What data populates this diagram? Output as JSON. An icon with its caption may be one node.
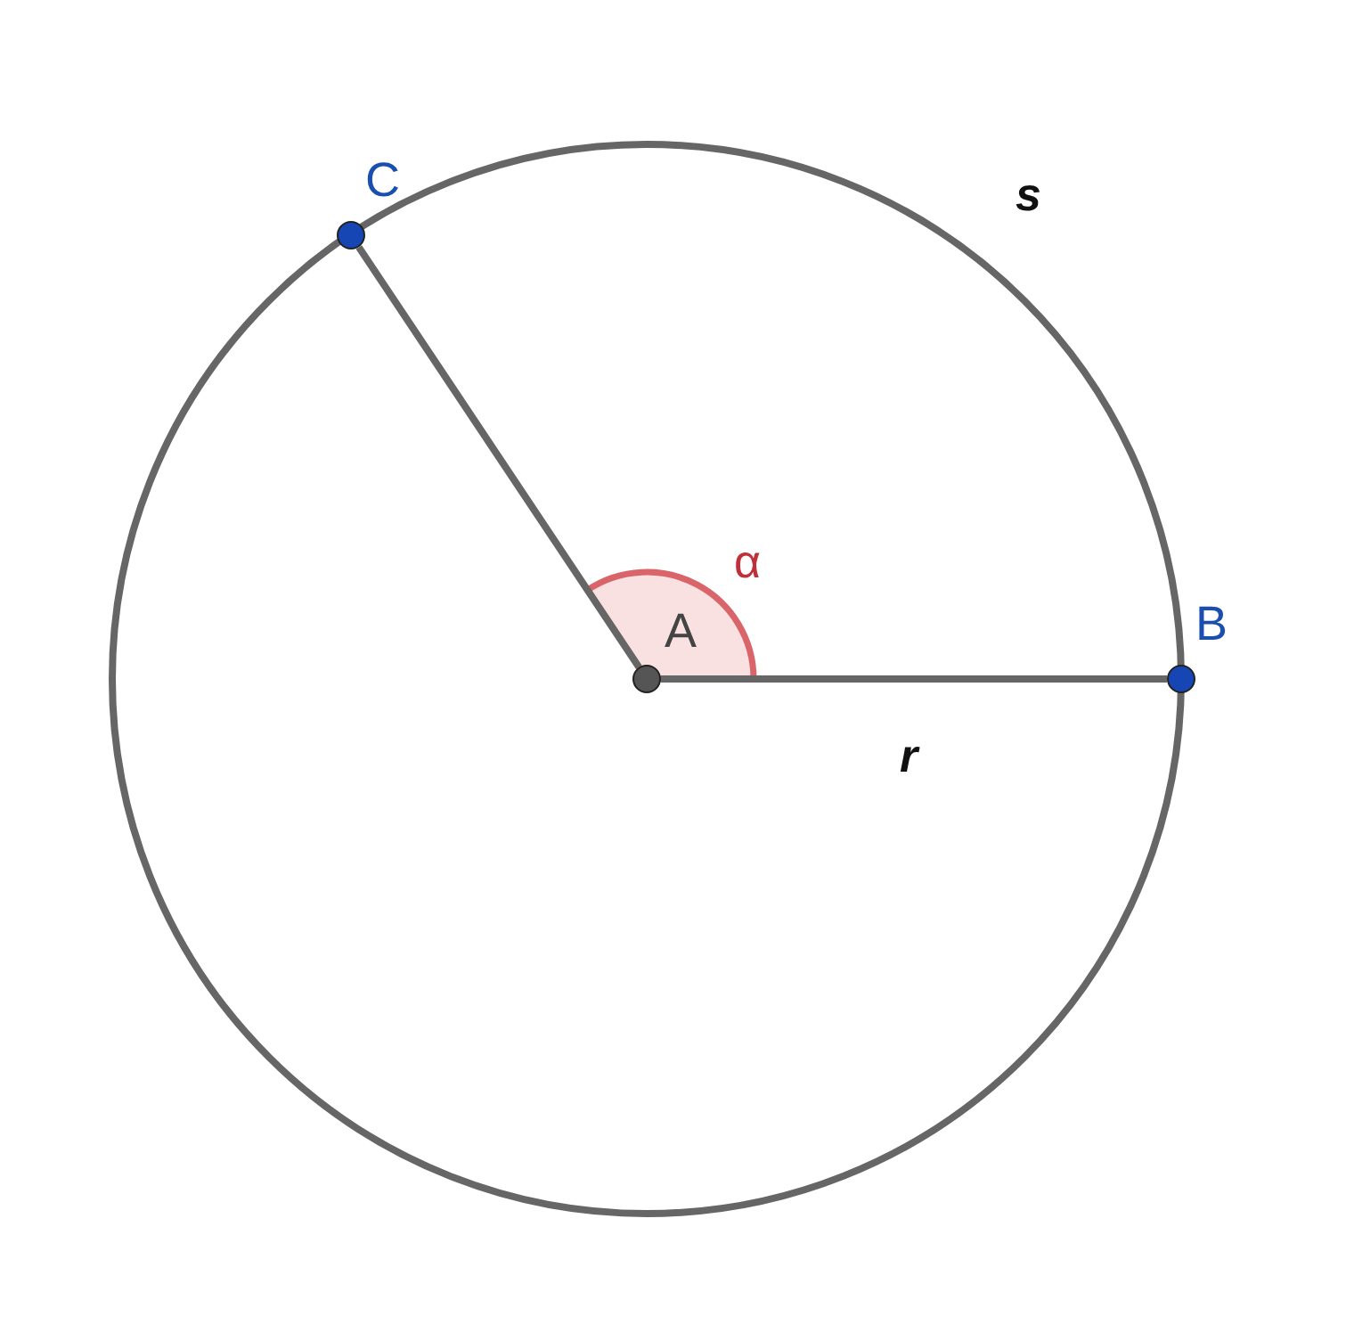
{
  "diagram": {
    "nodes": [
      {
        "text": [
          "A"
        ]
      },
      {
        "text": [
          "B"
        ]
      },
      {
        "text": [
          "C"
        ]
      }
    ],
    "edges": [
      {
        "from": 0,
        "to": 1,
        "arrow": "none",
        "label": "r"
      },
      {
        "from": 0,
        "to": 2,
        "arrow": "none"
      }
    ],
    "labels": [
      "s",
      "α"
    ]
  }
}
